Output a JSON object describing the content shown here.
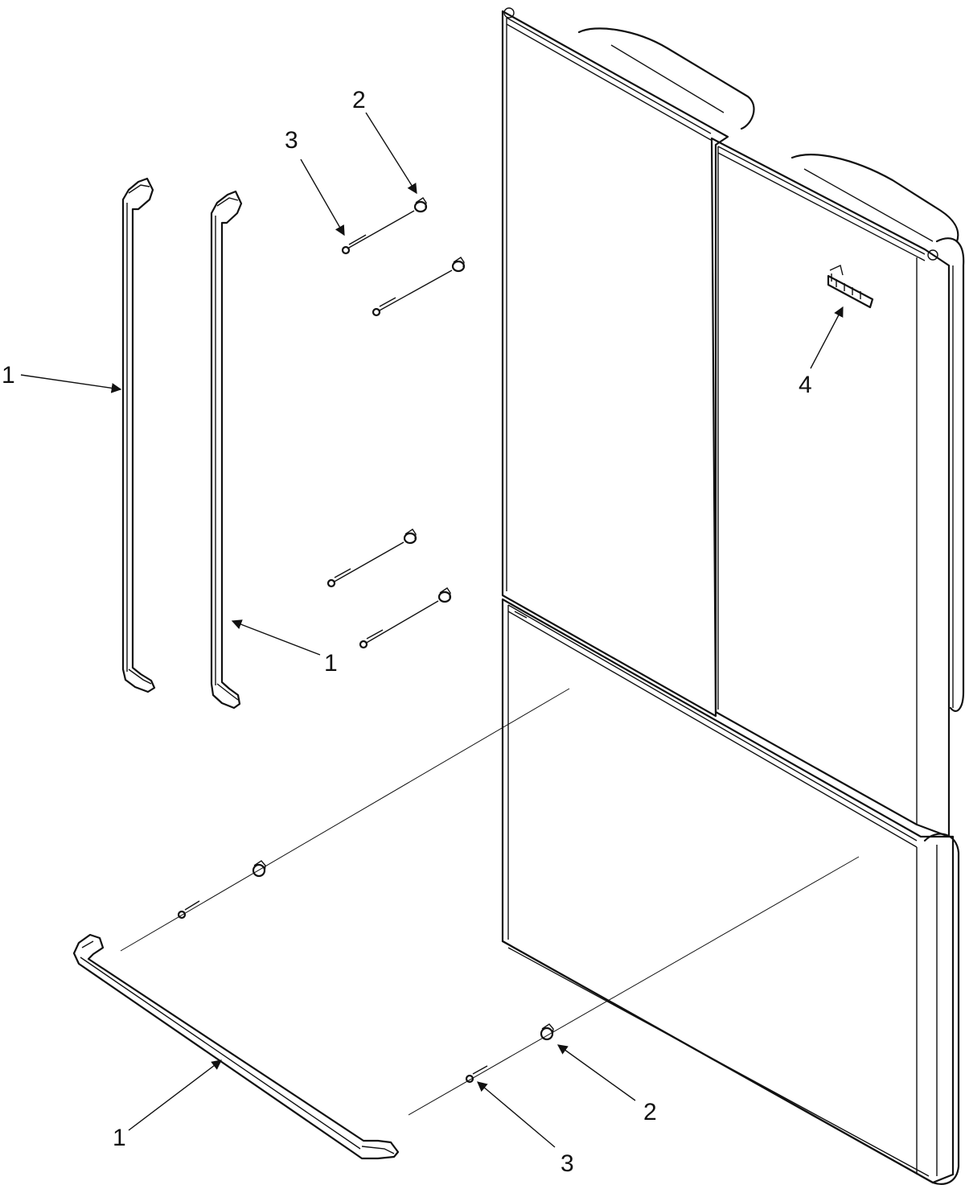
{
  "diagram": {
    "callouts": [
      {
        "id": "handle-upper-left",
        "label": "1"
      },
      {
        "id": "handle-upper-right",
        "label": "1"
      },
      {
        "id": "handle-lower",
        "label": "1"
      },
      {
        "id": "screw-anchor-top",
        "label": "2"
      },
      {
        "id": "screw-anchor-bottom",
        "label": "2"
      },
      {
        "id": "screw-top",
        "label": "3"
      },
      {
        "id": "screw-bottom",
        "label": "3"
      },
      {
        "id": "logo-badge",
        "label": "4"
      }
    ]
  }
}
